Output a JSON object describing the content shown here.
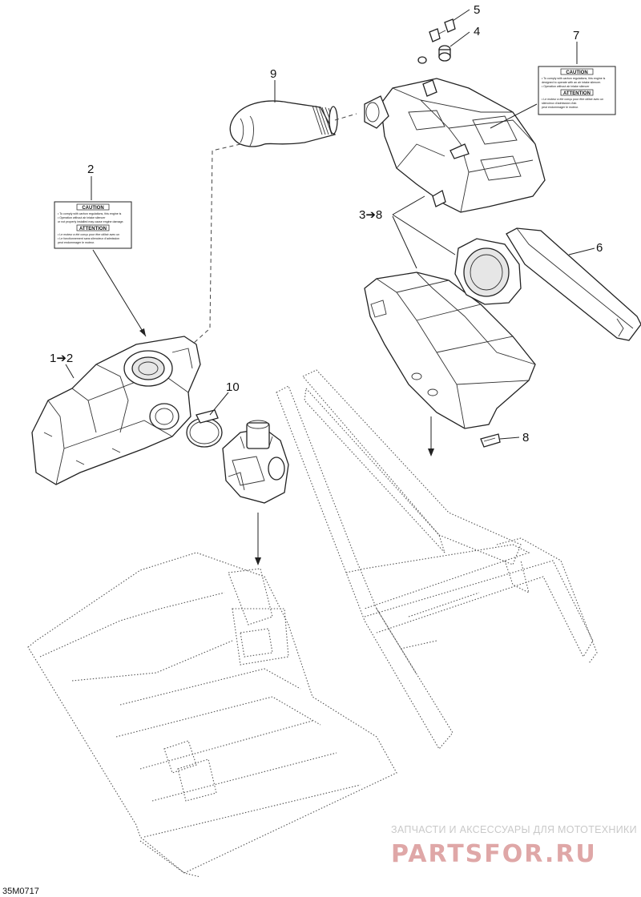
{
  "callouts": {
    "c1": "1➔2",
    "c2": "2",
    "c3": "3➔8",
    "c4": "4",
    "c5": "5",
    "c6": "6",
    "c7": "7",
    "c8": "8",
    "c9": "9",
    "c10": "10"
  },
  "label_left": {
    "title": "CAUTION",
    "line1": "• To comply with carbon regulations, this engine is",
    "line2": "• Operation without air intake silencer",
    "line3": "or not properly installed may cause engine damage.",
    "title2": "ATTENTION",
    "line4": "• Le moteur a été conçu pour être utilisé avec un",
    "line5": "• Le fonctionnement sans silencieux d'admission",
    "line6": "peut endommager le moteur."
  },
  "label_right": {
    "title": "CAUTION",
    "line1": "• To comply with carbon regulations, this engine is",
    "line2": "designed to operate with an air intake silencer.",
    "line3": "• Operation without air intake silencer",
    "title2": "ATTENTION",
    "line4": "• Le moteur a été conçu pour être utilisé avec un",
    "line5": "silencieux d'admission d'air.",
    "line6": "peut endommager le moteur."
  },
  "doc_code": "35M0717",
  "watermark": {
    "tagline": "ЗАПЧАСТИ И АКСЕССУАРЫ ДЛЯ МОТОТЕХНИКИ",
    "brand": "PARTSFOR.RU"
  },
  "colors": {
    "line": "#222222",
    "watermark_text": "#c9c9c9",
    "watermark_brand": "#dfa7a7"
  }
}
